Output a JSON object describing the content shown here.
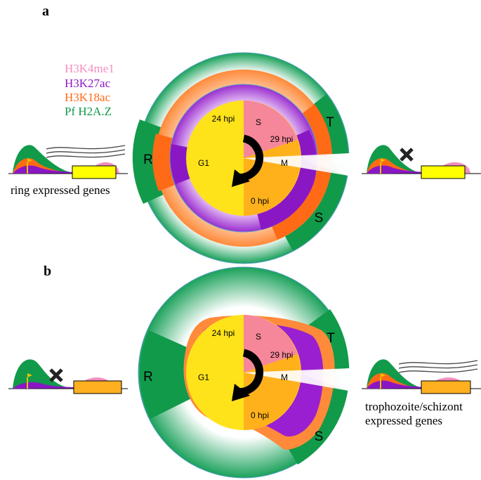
{
  "panels": {
    "a": {
      "label": "a",
      "legend": [
        {
          "text": "H3K4me1",
          "color": "#f28fbf"
        },
        {
          "text": "H3K27ac",
          "color": "#8a17c4"
        },
        {
          "text": "H3K18ac",
          "color": "#ff6a16"
        },
        {
          "text": "Pf H2A.Z",
          "color": "#119a4a"
        }
      ],
      "left_caption": "ring expressed genes",
      "cycle": {
        "phase_s": "S",
        "phase_g1": "G1",
        "phase_m": "M",
        "t_24": "24 hpi",
        "t_29": "29 hpi",
        "t_0": "0 hpi"
      },
      "stages": {
        "ring": "R",
        "troph": "T",
        "schizont": "S"
      }
    },
    "b": {
      "label": "b",
      "right_caption_line1": "trophozoite/schizont",
      "right_caption_line2": "expressed genes",
      "cycle": {
        "phase_s": "S",
        "phase_g1": "G1",
        "phase_m": "M",
        "t_24": "24 hpi",
        "t_29": "29 hpi",
        "t_0": "0 hpi"
      },
      "stages": {
        "ring": "R",
        "troph": "T",
        "schizont": "S"
      }
    }
  },
  "colors": {
    "h3k4me1": "#f28fbf",
    "h3k27ac": "#8a17c4",
    "h3k18ac": "#ff6a16",
    "h2az": "#119a4a",
    "yellow": "#ffe31a",
    "orange_core": "#ffb11c",
    "pink_core": "#f6879a",
    "gene_box_a": "#ffff00",
    "gene_box_b": "#ffb020"
  }
}
